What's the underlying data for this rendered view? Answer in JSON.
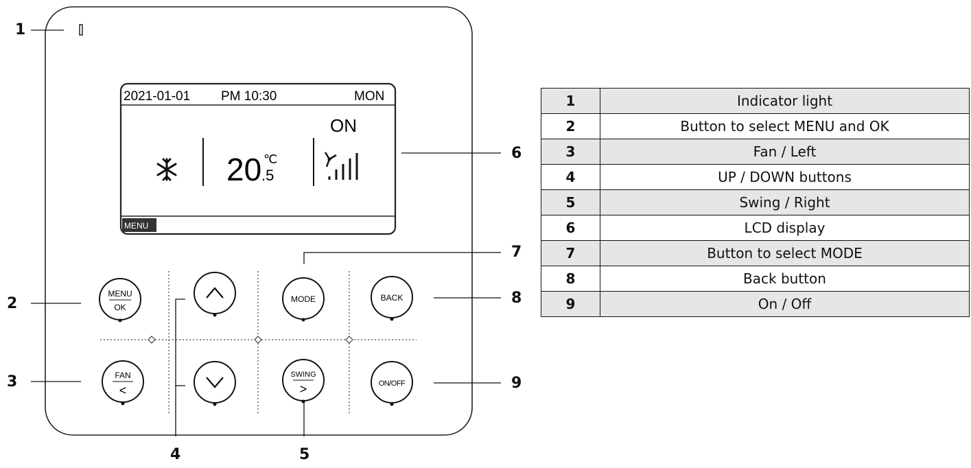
{
  "lcd": {
    "date": "2021-01-01",
    "time": "PM 10:30",
    "day": "MON",
    "power": "ON",
    "temp_whole": "20",
    "temp_unit": "℃",
    "temp_decimal": ".5",
    "menu_tag": "MENU"
  },
  "buttons": {
    "menu_top": "MENU",
    "menu_bottom": "OK",
    "up": "∧",
    "mode": "MODE",
    "back": "BACK",
    "fan_top": "FAN",
    "fan_bottom": "<",
    "down": "∨",
    "swing_top": "SWING",
    "swing_bottom": ">",
    "onoff": "ON/OFF"
  },
  "callouts": [
    "1",
    "2",
    "3",
    "4",
    "5",
    "6",
    "7",
    "8",
    "9"
  ],
  "legend": [
    {
      "num": "1",
      "desc": "Indicator light"
    },
    {
      "num": "2",
      "desc": "Button to select MENU and OK"
    },
    {
      "num": "3",
      "desc": "Fan / Left"
    },
    {
      "num": "4",
      "desc": "UP / DOWN buttons"
    },
    {
      "num": "5",
      "desc": "Swing / Right"
    },
    {
      "num": "6",
      "desc": "LCD display"
    },
    {
      "num": "7",
      "desc": "Button to select MODE"
    },
    {
      "num": "8",
      "desc": "Back button"
    },
    {
      "num": "9",
      "desc": "On / Off"
    }
  ]
}
